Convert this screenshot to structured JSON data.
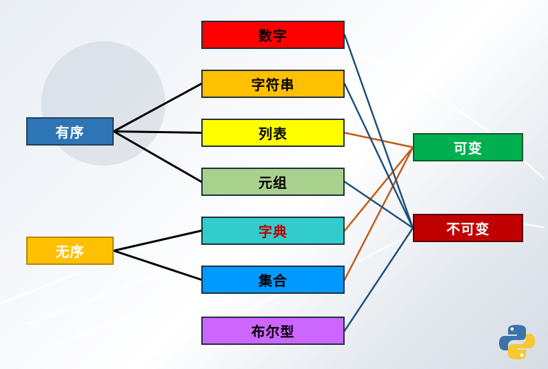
{
  "nodes": {
    "ordered": "有序",
    "unordered": "无序",
    "number": "数字",
    "string": "字符串",
    "list": "列表",
    "tuple": "元组",
    "dict": "字典",
    "set": "集合",
    "bool": "布尔型",
    "mutable": "可变",
    "immutable": "不可变"
  },
  "colors": {
    "ordered": "#2e75b6",
    "unordered": "#ffc000",
    "number": "#ff0000",
    "string": "#ffc000",
    "list": "#ffff00",
    "tuple": "#a9d18e",
    "dict": "#33cccc",
    "set": "#0099ff",
    "bool": "#cc66ff",
    "mutable": "#00b050",
    "immutable": "#c00000",
    "mutable_edge": "#c55a11",
    "immutable_edge": "#1f4e79",
    "order_edge": "#000000"
  },
  "edges": {
    "order": [
      [
        "ordered",
        "string"
      ],
      [
        "ordered",
        "list"
      ],
      [
        "ordered",
        "tuple"
      ],
      [
        "unordered",
        "dict"
      ],
      [
        "unordered",
        "set"
      ]
    ],
    "mutable": [
      [
        "list",
        "mutable"
      ],
      [
        "dict",
        "mutable"
      ],
      [
        "set",
        "mutable"
      ]
    ],
    "immutable": [
      [
        "number",
        "immutable"
      ],
      [
        "string",
        "immutable"
      ],
      [
        "tuple",
        "immutable"
      ],
      [
        "bool",
        "immutable"
      ]
    ]
  }
}
